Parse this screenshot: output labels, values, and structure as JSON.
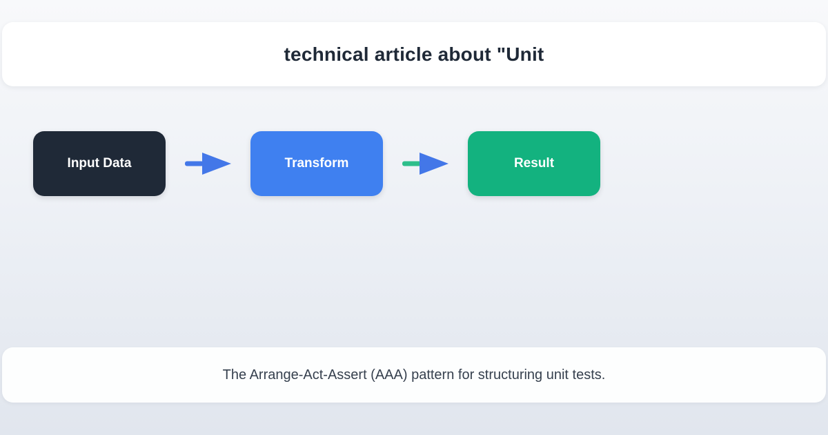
{
  "header": {
    "title": "technical article about \"Unit"
  },
  "diagram": {
    "nodes": [
      {
        "id": "input-data",
        "label": "Input Data",
        "bg": "#1f2937",
        "text_color": "#ffffff"
      },
      {
        "id": "transform",
        "label": "Transform",
        "bg": "#3f80f0",
        "text_color": "#ffffff"
      },
      {
        "id": "result",
        "label": "Result",
        "bg": "#13b27f",
        "text_color": "#ffffff"
      }
    ],
    "arrows": [
      {
        "shaft_color": "#4377e8",
        "head_color": "#4377e8"
      },
      {
        "shaft_color": "#2ebe8b",
        "head_color": "#4377e8"
      }
    ]
  },
  "footer": {
    "caption": "The Arrange-Act-Assert (AAA) pattern for structuring unit tests."
  },
  "colors": {
    "background_top": "#f8f9fb",
    "background_bottom": "#e1e6ee",
    "card_background": "#ffffff",
    "title_text": "#1f2937",
    "caption_text": "#36404e"
  }
}
